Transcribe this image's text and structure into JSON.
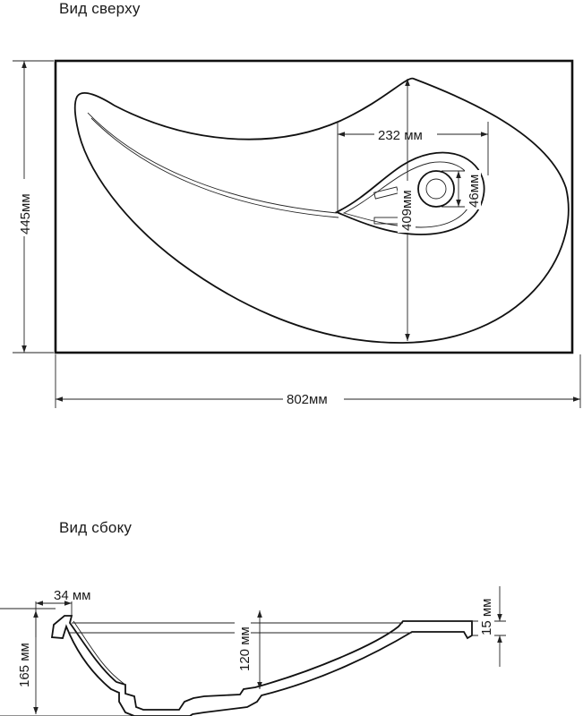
{
  "top_view": {
    "title": "Вид сверху",
    "dim_width": "802мм",
    "dim_height": "445мм",
    "dim_bowl_width": "232 мм",
    "dim_bowl_length": "409мм",
    "dim_drain": "46мм"
  },
  "side_view": {
    "title": "Вид сбоку",
    "dim_rim": "34 мм",
    "dim_total_height": "165 мм",
    "dim_depth": "120 мм",
    "dim_edge": "15 мм"
  }
}
